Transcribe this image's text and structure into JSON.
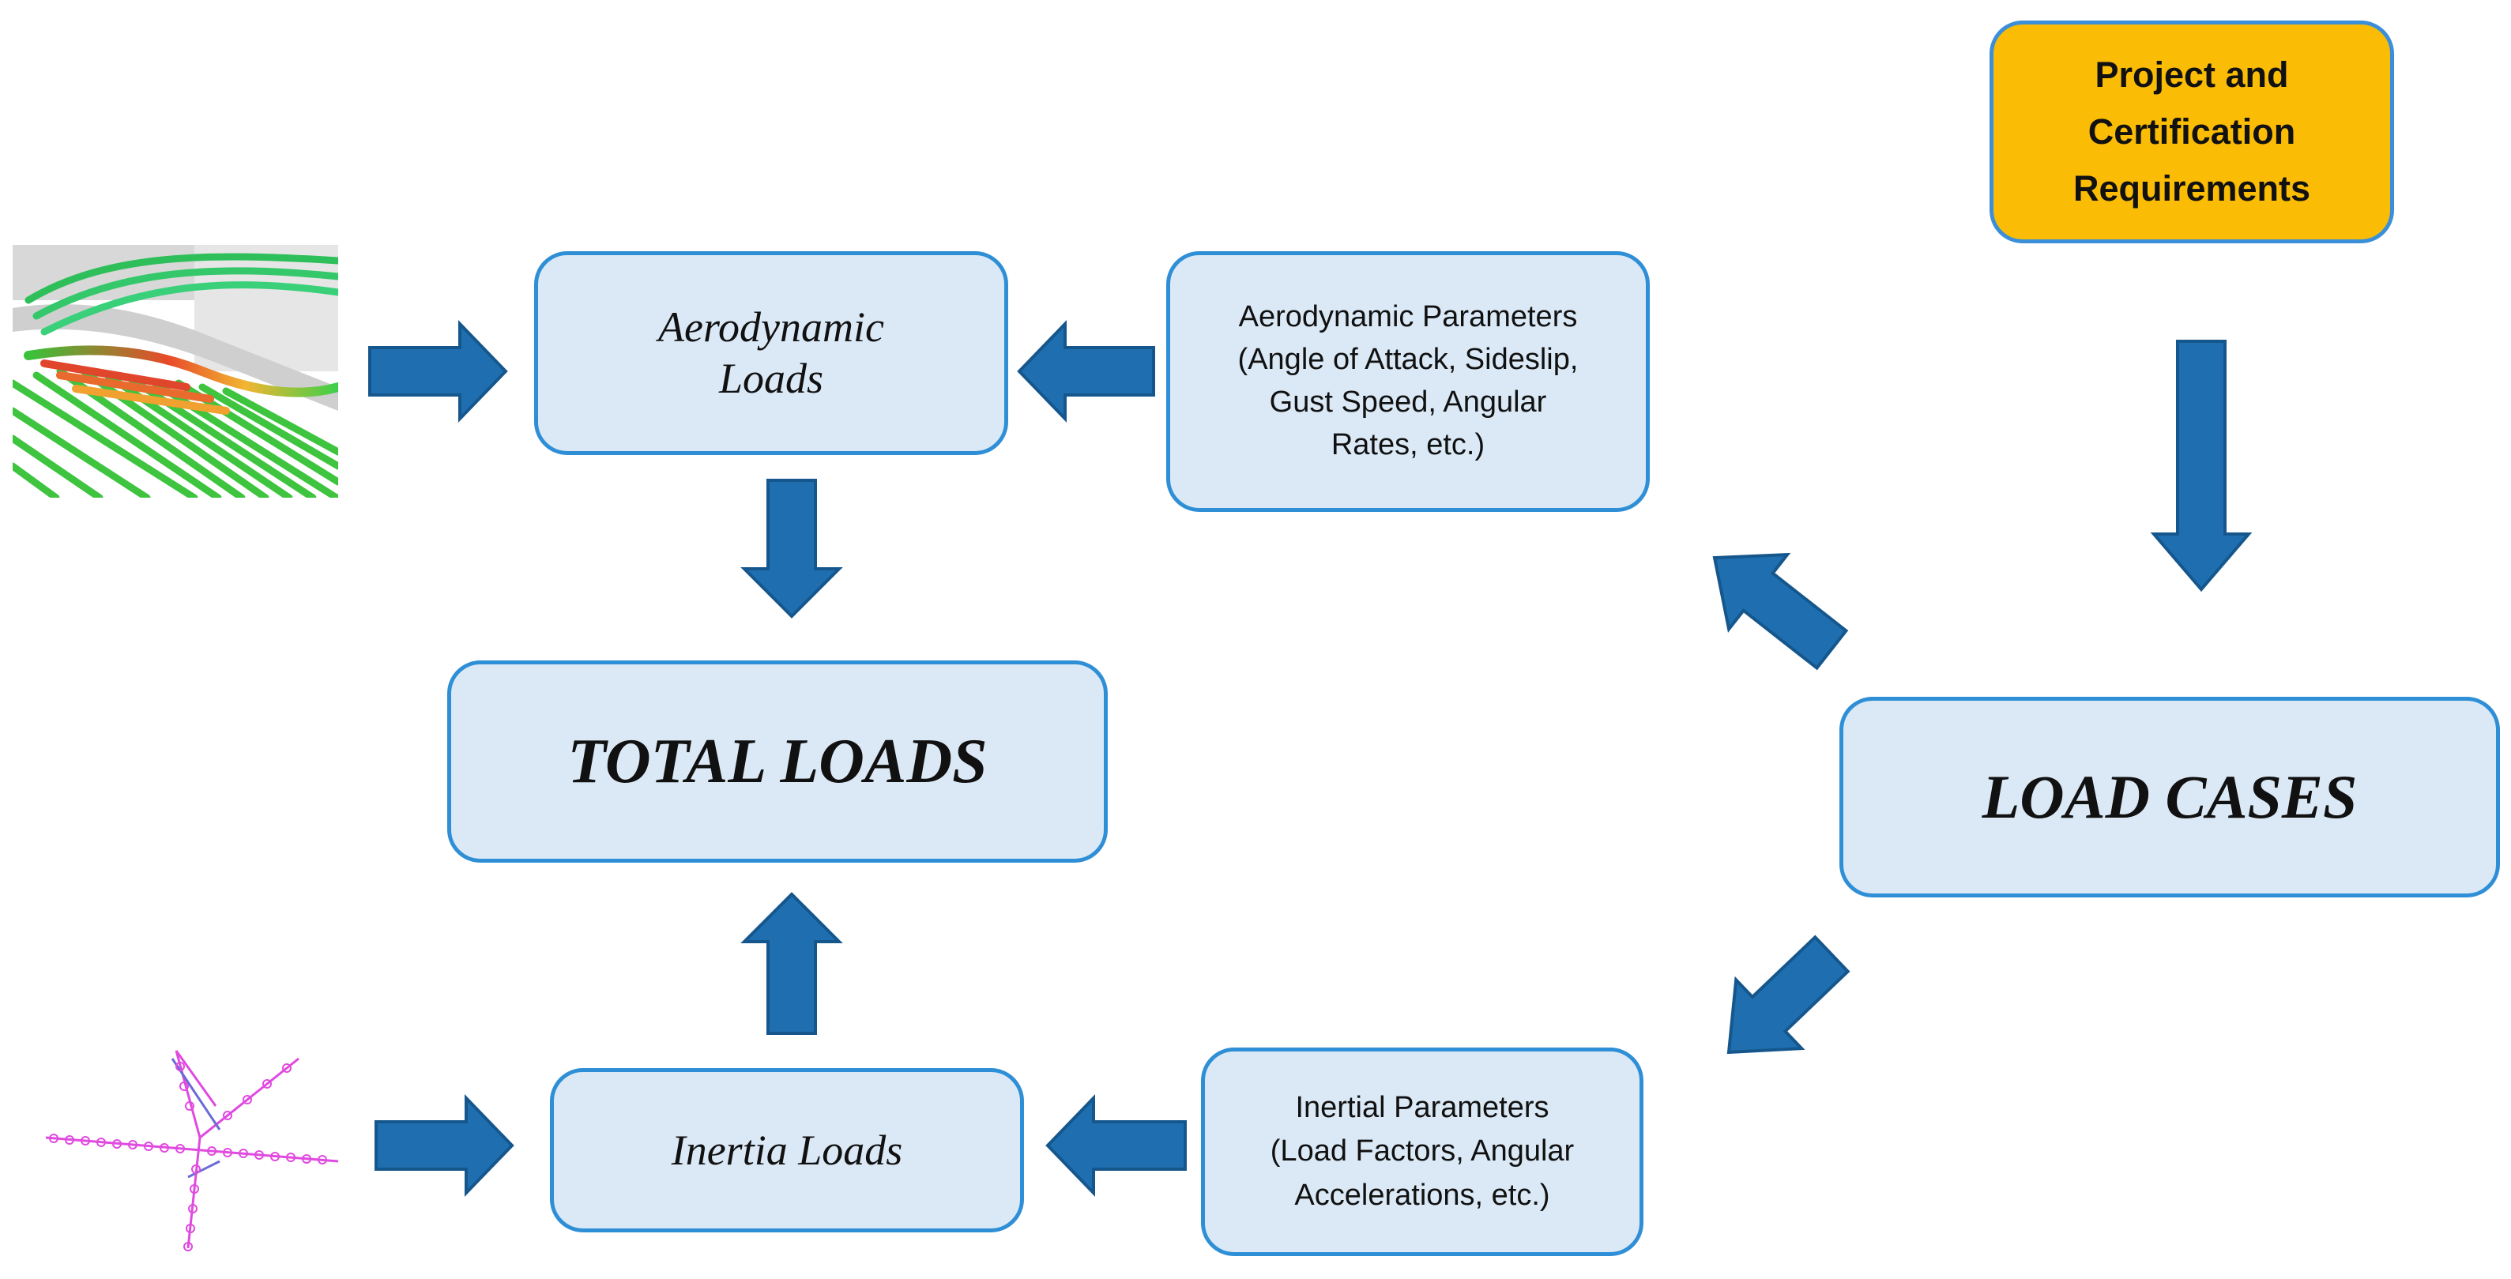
{
  "colors": {
    "box_fill": "#dbe9f6",
    "box_border": "#2f8fd6",
    "arrow_fill": "#1f6fb0",
    "arrow_stroke": "#15578d",
    "project_fill": "#fbbc05"
  },
  "nodes": {
    "aerodynamic_loads": {
      "lines": [
        "Aerodynamic",
        "Loads"
      ]
    },
    "total_loads": {
      "label": "TOTAL LOADS"
    },
    "load_cases": {
      "label": "LOAD CASES"
    },
    "inertia_loads": {
      "label": "Inertia Loads"
    },
    "aerodynamic_parameters": {
      "lines": [
        "Aerodynamic Parameters",
        "(Angle of Attack, Sideslip,",
        "Gust Speed, Angular",
        "Rates, etc.)"
      ]
    },
    "inertial_parameters": {
      "lines": [
        "Inertial Parameters",
        "(Load Factors, Angular",
        "Accelerations, etc.)"
      ]
    },
    "project_requirements": {
      "lines": [
        "Project and",
        "Certification",
        "Requirements"
      ]
    }
  },
  "images": {
    "cfd": "cfd-streamlines-render",
    "fem": "structural-beam-model"
  }
}
